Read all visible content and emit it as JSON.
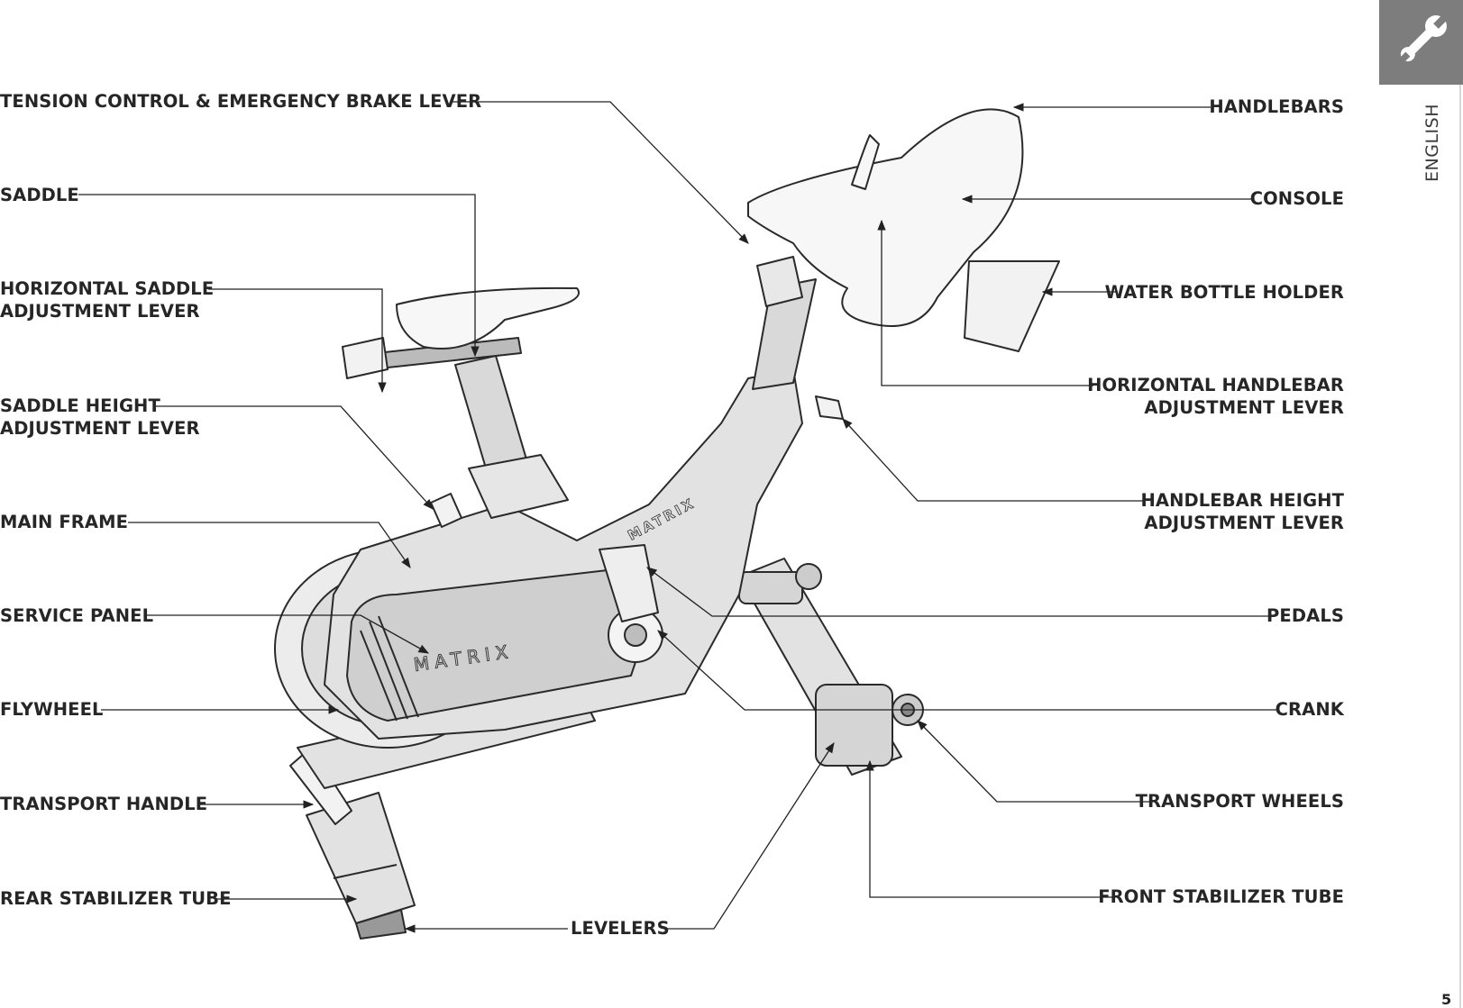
{
  "side_tab": {
    "icon": "wrench-icon",
    "language": "ENGLISH",
    "tab_color": "#7d7d7d"
  },
  "page_number": "5",
  "labels": {
    "tension": "TENSION CONTROL & EMERGENCY BRAKE LEVER",
    "saddle": "SADDLE",
    "h_saddle_1": "HORIZONTAL SADDLE",
    "h_saddle_2": "ADJUSTMENT LEVER",
    "saddle_height_1": "SADDLE HEIGHT",
    "saddle_height_2": "ADJUSTMENT LEVER",
    "main_frame": "MAIN FRAME",
    "service_panel": "SERVICE PANEL",
    "flywheel": "FLYWHEEL",
    "transport_handle": "TRANSPORT HANDLE",
    "rear_stabilizer": "REAR STABILIZER TUBE",
    "levelers": "LEVELERS",
    "handlebars": "HANDLEBARS",
    "console": "CONSOLE",
    "water_bottle": "WATER BOTTLE HOLDER",
    "h_handlebar_1": "HORIZONTAL HANDLEBAR",
    "h_handlebar_2": "ADJUSTMENT LEVER",
    "handlebar_height_1": "HANDLEBAR HEIGHT",
    "handlebar_height_2": "ADJUSTMENT LEVER",
    "pedals": "PEDALS",
    "crank": "CRANK",
    "transport_wheels": "TRANSPORT WHEELS",
    "front_stabilizer": "FRONT STABILIZER TUBE"
  },
  "brand_marks": [
    "MATRIX",
    "MATRIX"
  ]
}
